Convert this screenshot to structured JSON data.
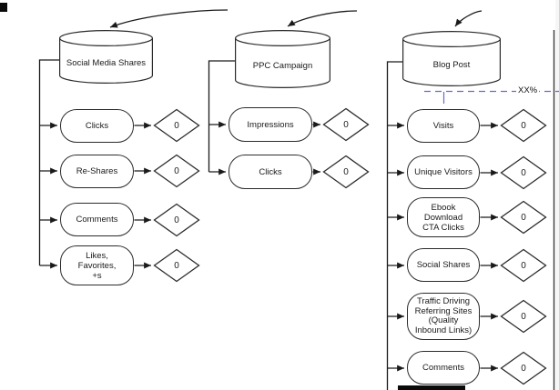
{
  "annotations": {
    "percent_label": "XX%"
  },
  "colors": {
    "stroke": "#2b2b2b",
    "dashed_line": "#6a6ac8",
    "arrow": "#1a1a1a"
  },
  "columns": [
    {
      "source": "Social Media Shares",
      "metrics": [
        {
          "label": "Clicks",
          "value": "0"
        },
        {
          "label": "Re-Shares",
          "value": "0"
        },
        {
          "label": "Comments",
          "value": "0"
        },
        {
          "label": "Likes,\nFavorites,\n+s",
          "value": "0"
        }
      ]
    },
    {
      "source": "PPC Campaign",
      "metrics": [
        {
          "label": "Impressions",
          "value": "0"
        },
        {
          "label": "Clicks",
          "value": "0"
        }
      ]
    },
    {
      "source": "Blog Post",
      "metrics": [
        {
          "label": "Visits",
          "value": "0"
        },
        {
          "label": "Unique Visitors",
          "value": "0"
        },
        {
          "label": "Ebook\nDownload\nCTA Clicks",
          "value": "0"
        },
        {
          "label": "Social Shares",
          "value": "0"
        },
        {
          "label": "Traffic Driving\nReferring Sites\n(Quality\nInbound Links)",
          "value": "0"
        },
        {
          "label": "Comments",
          "value": "0"
        }
      ]
    }
  ]
}
